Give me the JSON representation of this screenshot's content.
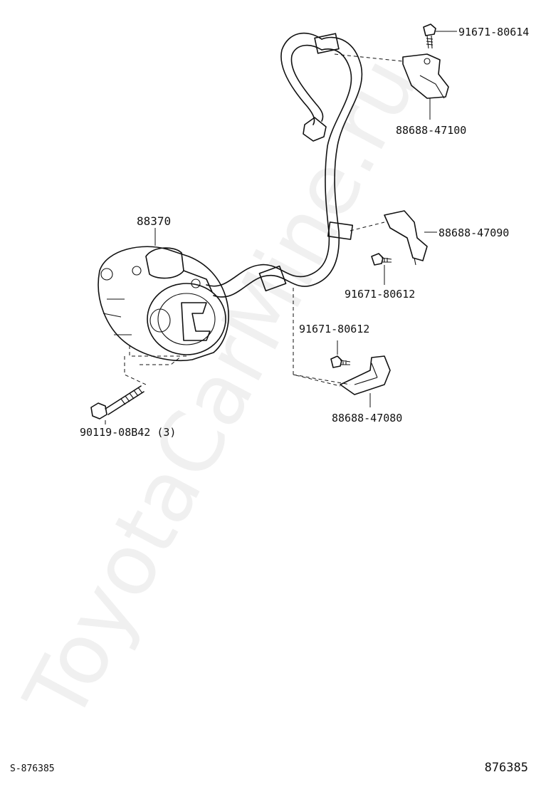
{
  "diagram": {
    "parts": {
      "compressor": "88370",
      "bolt_top": "91671-80614",
      "bracket_top": "88688-47100",
      "bracket_mid": "88688-47090",
      "bolt_mid": "91671-80612",
      "bolt_low": "91671-80612",
      "bracket_low": "88688-47080",
      "stud_bolt": "90119-08B42 (3)"
    },
    "watermark": "ToyotaCarMine.ru"
  },
  "footer": {
    "left_code": "S-876385",
    "right_code": "876385"
  }
}
